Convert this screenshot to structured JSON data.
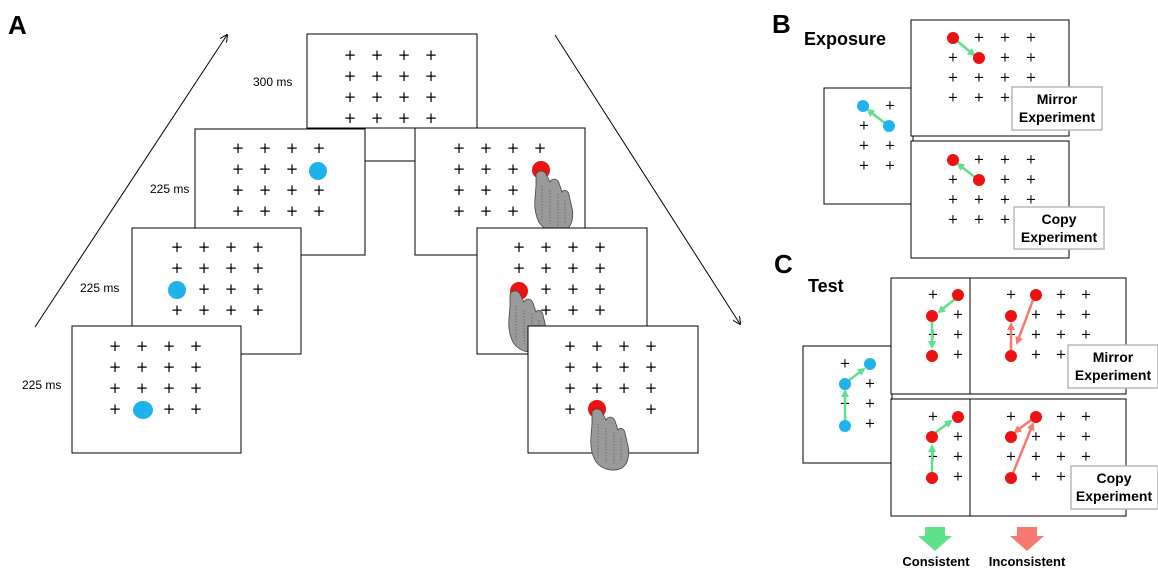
{
  "panels": {
    "a": "A",
    "b": "B",
    "c": "C"
  },
  "panel_a": {
    "t300": "300 ms",
    "t225_1": "225 ms",
    "t225_2": "225 ms",
    "t225_3": "225 ms"
  },
  "panel_b": {
    "heading": "Exposure",
    "mirror": [
      "Mirror",
      "Experiment"
    ],
    "copy": [
      "Copy",
      "Experiment"
    ]
  },
  "panel_c": {
    "heading": "Test",
    "mirror": [
      "Mirror",
      "Experiment"
    ],
    "copy": [
      "Copy",
      "Experiment"
    ]
  },
  "legend": {
    "consistent": "Consistent",
    "inconsistent": "Inconsistent"
  },
  "colors": {
    "blue": "#1fb2ec",
    "red": "#ee1111",
    "green": "#5ee08c",
    "salmon": "#f47a6e",
    "frame": "#000000",
    "label_border": "#b8b8b8"
  },
  "icons": {
    "hand": "hand-touch-icon",
    "plus": "plus-marker"
  }
}
